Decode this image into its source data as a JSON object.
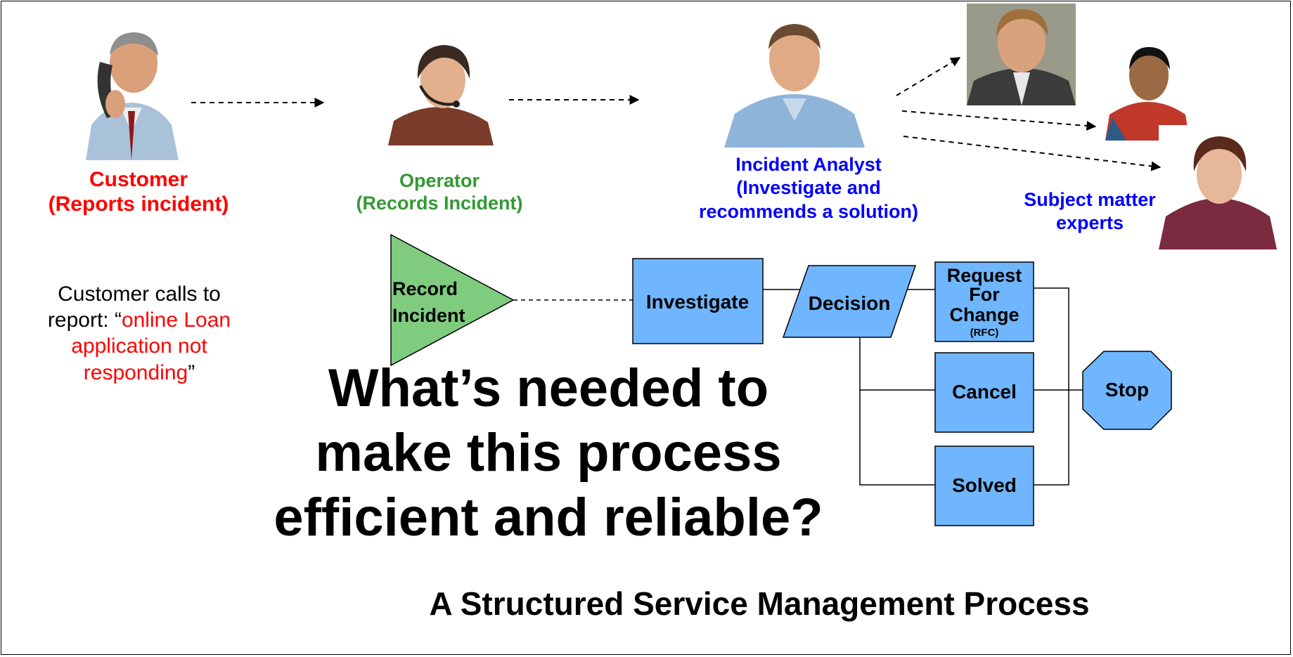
{
  "actors": {
    "customer": {
      "title": "Customer",
      "role": "(Reports incident)",
      "color": "#ff0000"
    },
    "operator": {
      "title": "Operator",
      "role": "(Records Incident)",
      "color": "#339933"
    },
    "analyst": {
      "line1": "Incident Analyst",
      "line2": "(Investigate and",
      "line3": "recommends a solution)",
      "color": "#0000ff"
    },
    "experts": {
      "line1": "Subject matter",
      "line2": "experts",
      "color": "#0000ff"
    }
  },
  "note": {
    "prefix": "Customer calls to report: “",
    "quote": "online Loan application not responding",
    "suffix": "”"
  },
  "flow": {
    "record": {
      "line1": "Record",
      "line2": "Incident"
    },
    "investigate": "Investigate",
    "decision": "Decision",
    "rfc": {
      "line1": "Request",
      "line2": "For",
      "line3": "Change",
      "line4": "(RFC)"
    },
    "cancel": "Cancel",
    "solved": "Solved",
    "stop": "Stop"
  },
  "headline": {
    "line1": "What’s needed to",
    "line2": "make this process",
    "line3": "efficient and reliable?"
  },
  "subtitle": "A Structured Service Management Process",
  "colors": {
    "box_blue": "#6fb6ff",
    "triangle_green": "#7fcc7f",
    "outline": "#000000"
  }
}
